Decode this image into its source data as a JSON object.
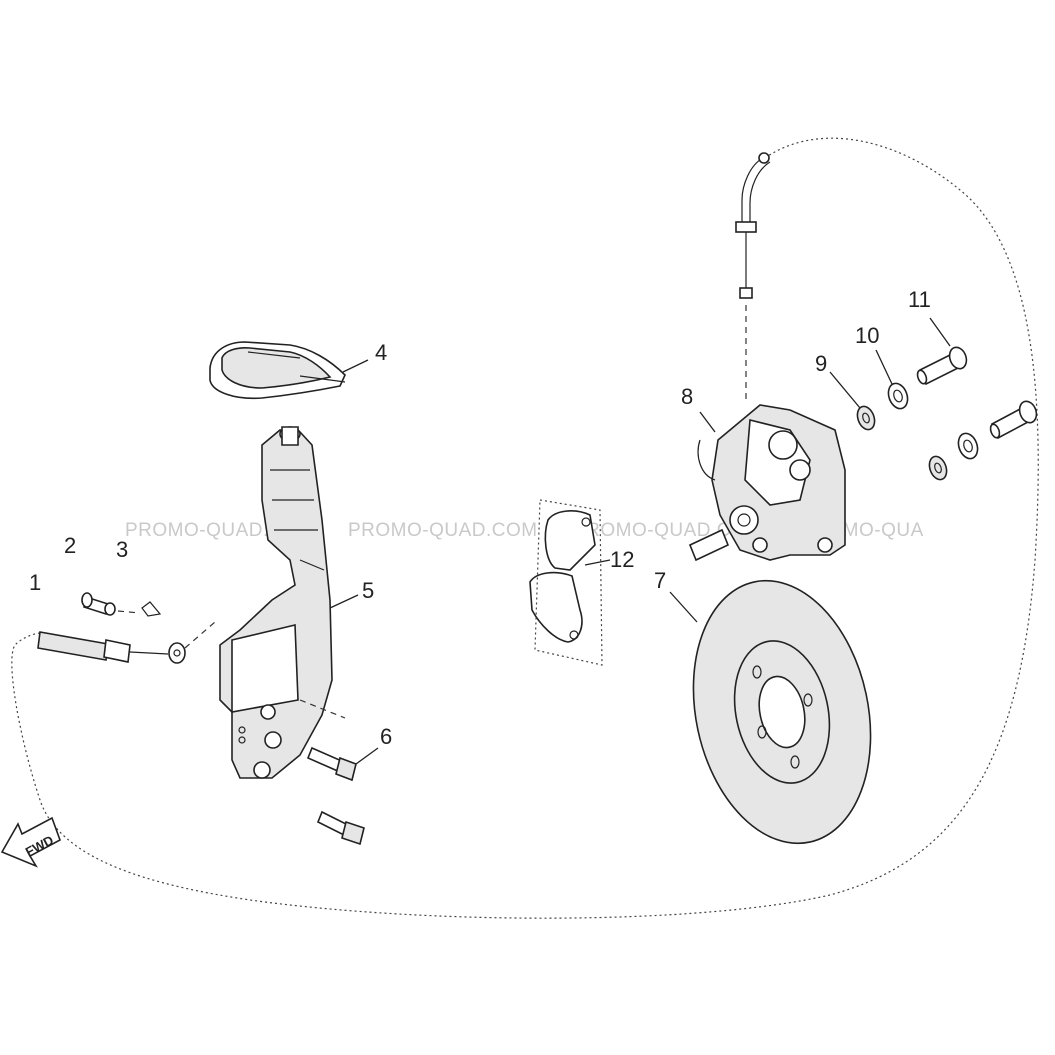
{
  "diagram": {
    "callouts": [
      {
        "id": "1",
        "label": "1"
      },
      {
        "id": "2",
        "label": "2"
      },
      {
        "id": "3",
        "label": "3"
      },
      {
        "id": "4",
        "label": "4"
      },
      {
        "id": "5",
        "label": "5"
      },
      {
        "id": "6",
        "label": "6"
      },
      {
        "id": "7",
        "label": "7"
      },
      {
        "id": "8",
        "label": "8"
      },
      {
        "id": "9",
        "label": "9"
      },
      {
        "id": "10",
        "label": "10"
      },
      {
        "id": "11",
        "label": "11"
      },
      {
        "id": "12",
        "label": "12"
      }
    ],
    "watermarks": [
      "PROMO-QUAD.COM",
      "PROMO-QUAD.COM",
      "PROMO-QUAD.COM",
      "PROMO-QUA"
    ],
    "fwd_label": "FWD"
  }
}
